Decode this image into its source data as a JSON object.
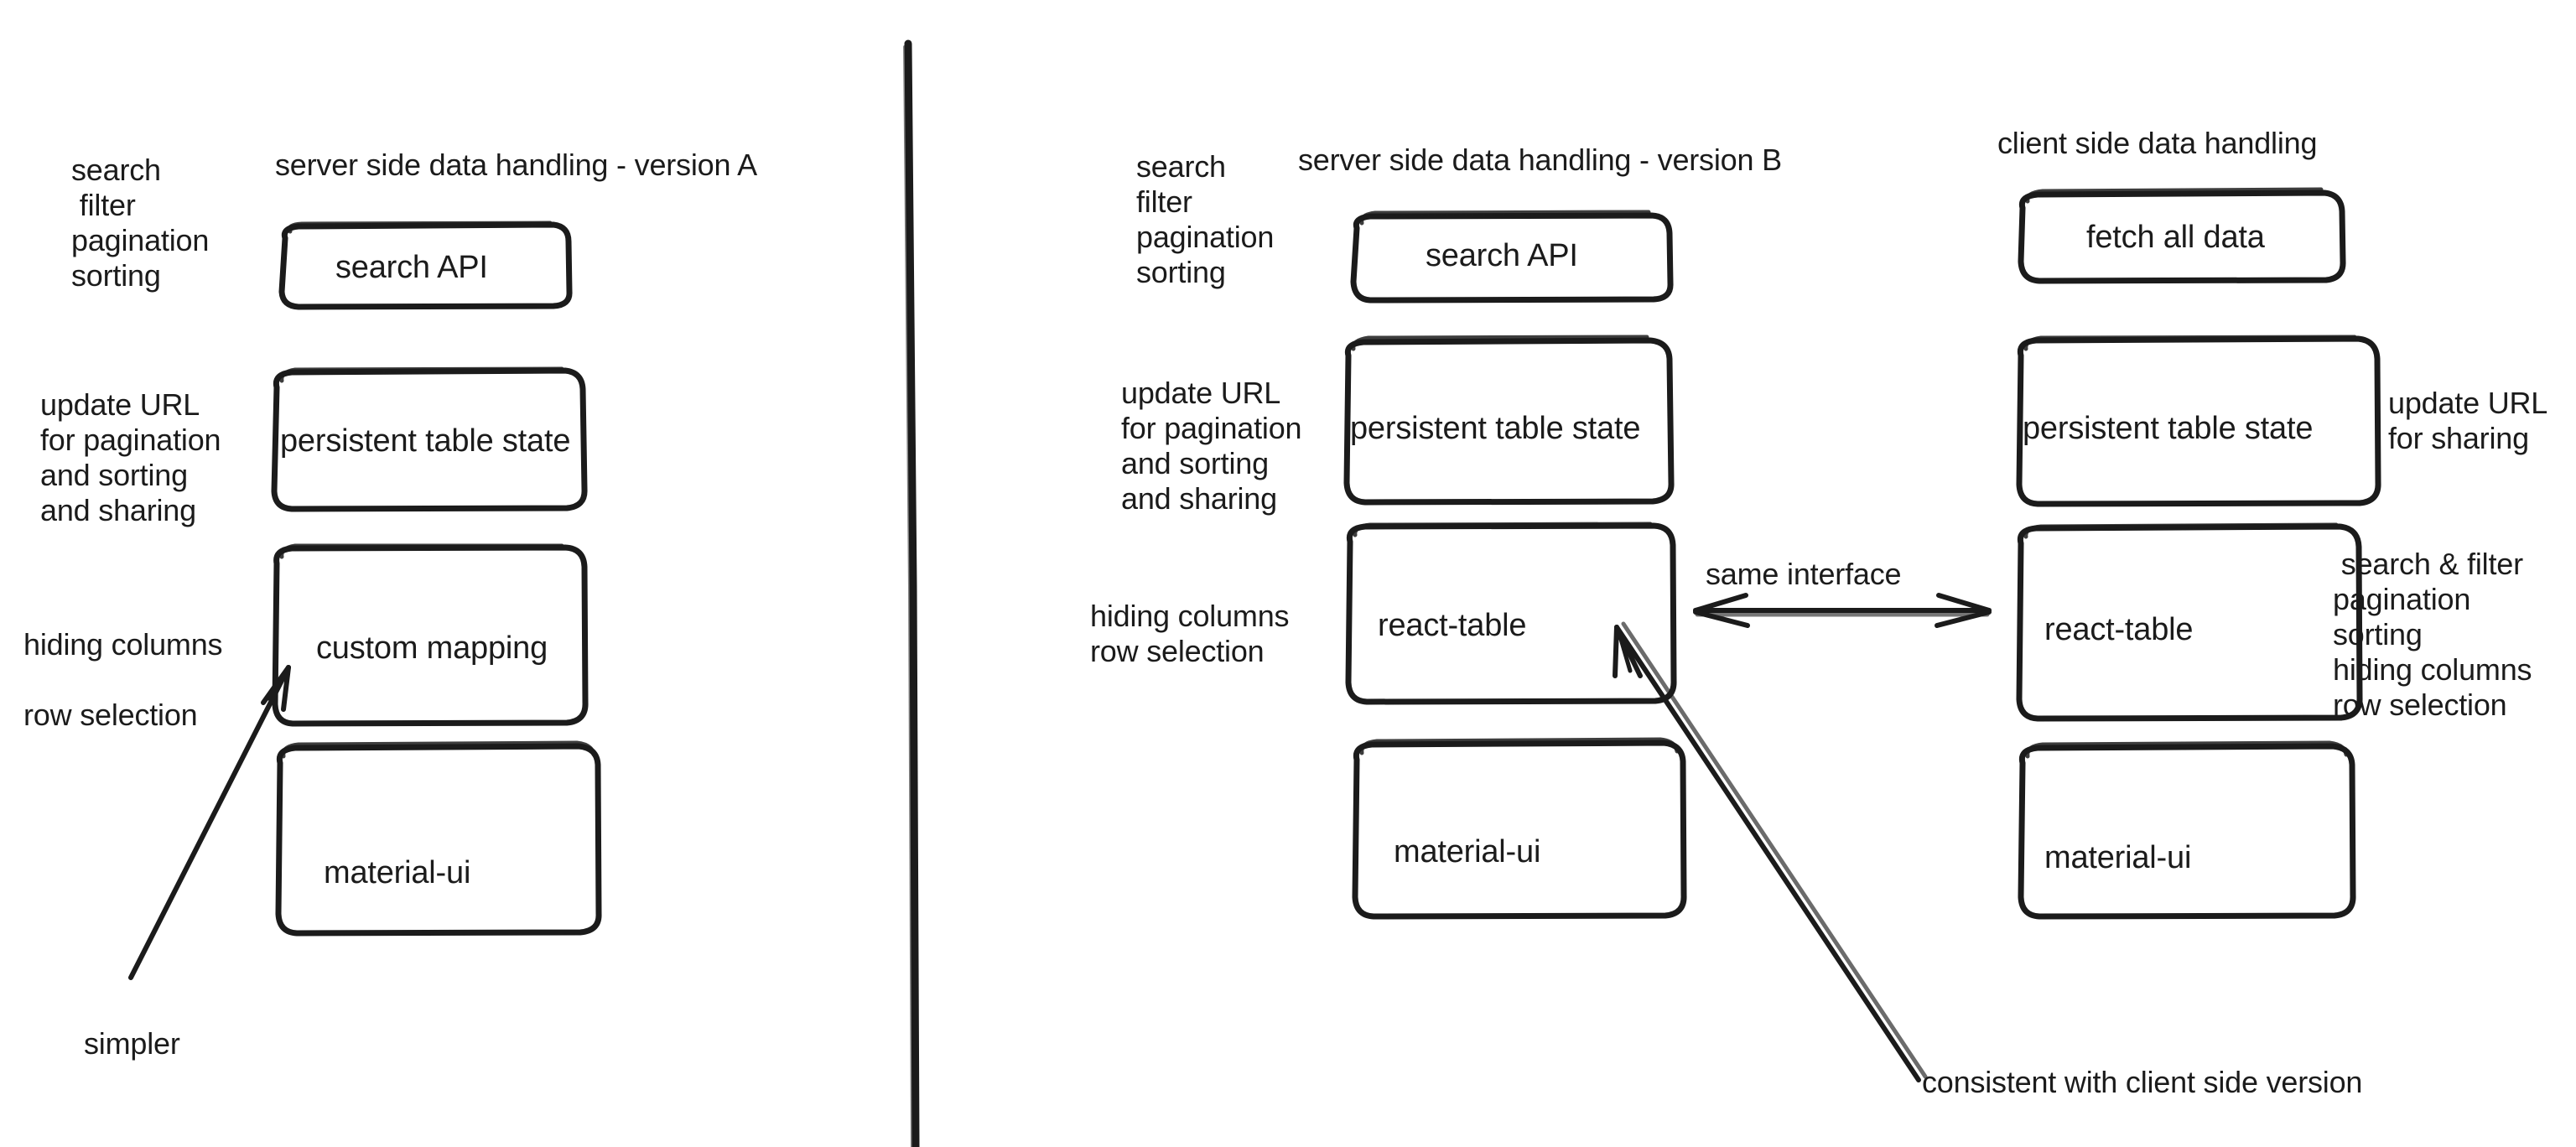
{
  "diagram": {
    "title_left": "server side data handling - version A",
    "title_mid": "server side data handling - version B",
    "title_right": "client side data handling",
    "ink_color": "#1b1b1b",
    "background_color": "#ffffff"
  },
  "panel_a": {
    "heading": "server side data handling - version A",
    "annotations": {
      "top_left": "search\n filter\npagination\nsorting",
      "mid_left": "update URL\nfor pagination\nand sorting\nand sharing",
      "lower_left": "hiding columns\n\nrow selection",
      "bottom_note": "simpler"
    },
    "boxes": [
      {
        "label": "search API"
      },
      {
        "label": "persistent table state"
      },
      {
        "label": "custom mapping"
      },
      {
        "label": "material-ui"
      }
    ]
  },
  "panel_b": {
    "heading": "server side data handling - version B",
    "annotations": {
      "top_left": "search\nfilter\npagination\nsorting",
      "mid_left": "update URL\nfor pagination\nand sorting\nand sharing",
      "lower_left": "hiding columns\nrow selection"
    },
    "boxes": [
      {
        "label": "search API"
      },
      {
        "label": "persistent table state"
      },
      {
        "label": "react-table"
      },
      {
        "label": "material-ui"
      }
    ]
  },
  "panel_c": {
    "heading": "client side data handling",
    "annotations": {
      "mid_right": "update URL\nfor sharing",
      "lower_right": " search & filter\npagination\nsorting\nhiding columns\nrow selection"
    },
    "boxes": [
      {
        "label": "fetch all data"
      },
      {
        "label": "persistent table state"
      },
      {
        "label": "react-table"
      },
      {
        "label": "material-ui"
      }
    ]
  },
  "connectors": {
    "same_interface_label": "same interface",
    "consistent_note": "consistent with client side version",
    "simpler_note": "simpler"
  }
}
